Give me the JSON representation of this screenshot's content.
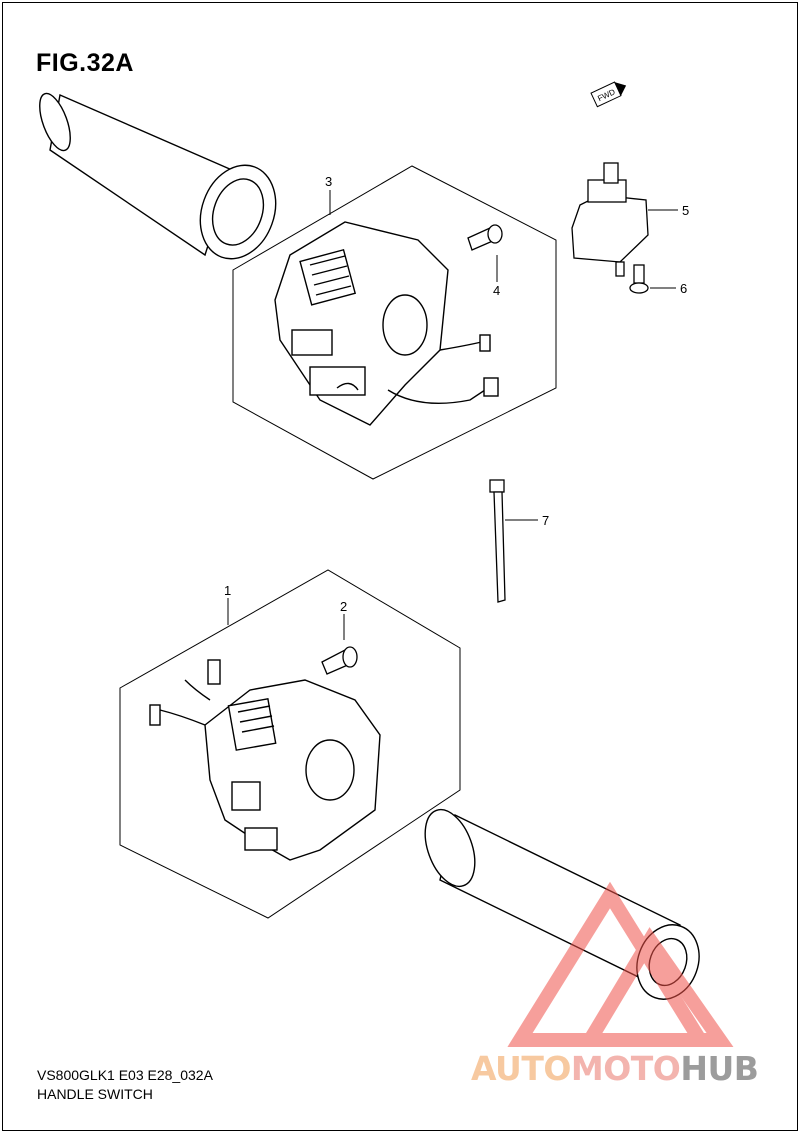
{
  "figure": {
    "title": "FIG.32A",
    "model_code": "VS800GLK1 E03 E28_032A",
    "section_name": "HANDLE SWITCH",
    "direction_badge": "FWD"
  },
  "callouts": [
    {
      "id": "1",
      "label": "1"
    },
    {
      "id": "2",
      "label": "2"
    },
    {
      "id": "3",
      "label": "3"
    },
    {
      "id": "4",
      "label": "4"
    },
    {
      "id": "5",
      "label": "5"
    },
    {
      "id": "6",
      "label": "6"
    },
    {
      "id": "7",
      "label": "7"
    }
  ],
  "watermark": {
    "part1": "AUTO",
    "part2": "MOTO",
    "part3": "HUB",
    "colors": {
      "triangle": "#f0524a",
      "part1": "#f7c9a0",
      "part2": "#f3b4ae",
      "part3": "#9c9c9c"
    }
  }
}
